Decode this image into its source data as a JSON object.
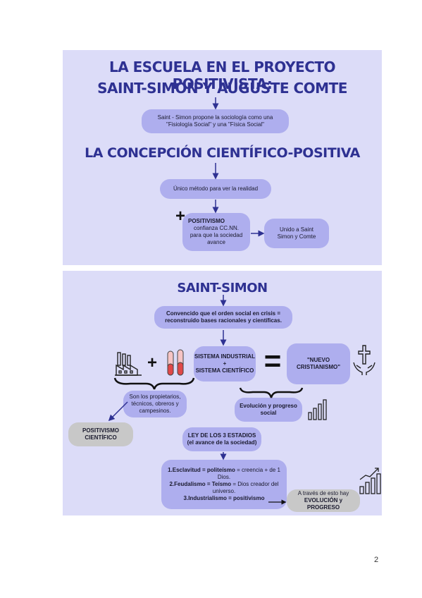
{
  "panel1": {
    "title_line1": "LA ESCUELA EN EL PROYECTO POSITIVISTA:",
    "title_line2": "SAINT-SIMON Y AUGUSTE COMTE",
    "box_sociologia": "Saint - Simon propone la sociología como una \"Fisiología Social\" y una \"Física Social\"",
    "subtitle": "LA CONCEPCIÓN CIENTÍFICO-POSITIVA",
    "box_metodo": "Único método para ver la realidad",
    "plus": "+",
    "positivismo_label": "POSITIVISMO",
    "positivismo_text": "confianza CC.NN. para que la sociedad avance",
    "box_unido": "Unido a Saint Simon y Comte"
  },
  "panel2": {
    "title": "SAINT-SIMON",
    "box_convencido": "Convencido que el orden social en crisis = reconstruido bases racionales y científicas.",
    "plus": "+",
    "box_sistema_line1": "SISTEMA INDUSTRIAL",
    "box_sistema_plus": "+",
    "box_sistema_line2": "SISTEMA CIENTÍFICO",
    "equals": "=",
    "box_nuevo": "\"NUEVO CRISTIANISMO\"",
    "box_propietarios": "Son los propietarios, técnicos, obreros y campesinos.",
    "box_evolucion": "Evolución y progreso social",
    "box_positivismo_cientifico": "POSITIVISMO CIENTÍFICO",
    "box_ley": "LEY DE LOS 3 ESTADIOS (el avance de la sociedad)",
    "estadios": [
      {
        "bold": "1.Esclavitud = politeísmo",
        "rest": " = creencia + de 1 Dios."
      },
      {
        "bold": "2.Feudalismo = Teísmo",
        "rest": " = Dios creador del universo."
      },
      {
        "bold": "3.Industrialismo = positivismo",
        "rest": ""
      }
    ],
    "box_atraves_line1": "A través de esto hay",
    "box_atraves_line2": "EVOLUCIÓN y PROGRESO"
  },
  "icons": [
    "factory-icon",
    "test-tubes-icon",
    "cross-hands-icon",
    "growth-chart-icon"
  ],
  "colors": {
    "panel_bg": "#dcdcf8",
    "box_purple": "#aeaeee",
    "box_gray": "#c8c8c8",
    "title": "#2e3192",
    "arrow": "#2e3192"
  },
  "page_number": "2"
}
